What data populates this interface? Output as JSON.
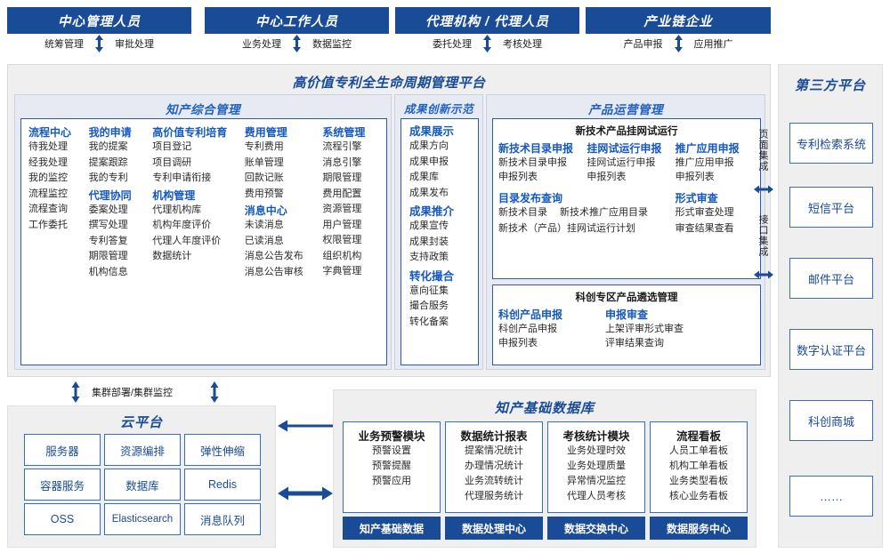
{
  "roles": [
    {
      "title": "中心管理人员",
      "left_action": "统筹管理",
      "right_action": "审批处理"
    },
    {
      "title": "中心工作人员",
      "left_action": "业务处理",
      "right_action": "数据监控"
    },
    {
      "title": "代理机构 / 代理人员",
      "left_action": "委托处理",
      "right_action": "考核处理"
    },
    {
      "title": "产业链企业",
      "left_action": "产品申报",
      "right_action": "应用推广"
    }
  ],
  "platform": {
    "title": "高价值专利全生命周期管理平台",
    "groups": {
      "ip_mgmt": {
        "title": "知产综合管理",
        "columns": [
          {
            "sections": [
              {
                "head": "流程中心",
                "items": [
                  "待我处理",
                  "经我处理",
                  "我的监控",
                  "流程监控",
                  "流程查询",
                  "工作委托"
                ]
              }
            ]
          },
          {
            "sections": [
              {
                "head": "我的申请",
                "items": [
                  "我的提案",
                  "提案跟踪",
                  "我的专利"
                ]
              },
              {
                "head": "代理协同",
                "items": [
                  "委案处理",
                  "撰写处理",
                  "专利答复",
                  "期限管理",
                  "机构信息"
                ]
              }
            ]
          },
          {
            "sections": [
              {
                "head": "高价值专利培育",
                "items": [
                  "项目登记",
                  "项目调研",
                  "专利申请衔接"
                ]
              },
              {
                "head": "机构管理",
                "items": [
                  "代理机构库",
                  "机构年度评价",
                  "代理人年度评价",
                  "数据统计"
                ]
              }
            ]
          },
          {
            "sections": [
              {
                "head": "费用管理",
                "items": [
                  "专利费用",
                  "账单管理",
                  "回款记账",
                  "费用预警"
                ]
              },
              {
                "head": "消息中心",
                "items": [
                  "未读消息",
                  "已读消息",
                  "消息公告发布",
                  "消息公告审核"
                ]
              }
            ]
          },
          {
            "sections": [
              {
                "head": "系统管理",
                "items": [
                  "流程引擎",
                  "消息引擎",
                  "期限管理",
                  "费用配置",
                  "资源管理",
                  "用户管理",
                  "权限管理",
                  "组织机构",
                  "字典管理"
                ]
              }
            ]
          }
        ]
      },
      "achievement": {
        "title": "成果创新示范",
        "sections": [
          {
            "head": "成果展示",
            "items": [
              "成果方向",
              "成果申报",
              "成果库",
              "成果发布"
            ]
          },
          {
            "head": "成果推介",
            "items": [
              "成果宣传",
              "成果封装",
              "支持政策"
            ]
          },
          {
            "head": "转化撮合",
            "items": [
              "意向征集",
              "撮合服务",
              "转化备案"
            ]
          }
        ]
      },
      "product_ops": {
        "title": "产品运营管理",
        "block1": {
          "title": "新技术产品挂网试运行",
          "row1": [
            {
              "head": "新技术目录申报",
              "items": [
                "新技术目录申报",
                "申报列表"
              ]
            },
            {
              "head": "挂网试运行申报",
              "items": [
                "挂网试运行申报",
                "申报列表"
              ]
            },
            {
              "head": "推广应用申报",
              "items": [
                "推广应用申报",
                "申报列表"
              ]
            }
          ],
          "row2_left_head": "目录发布查询",
          "row2_left_items": [
            "新技术目录",
            "新技术推广应用目录",
            "新技术（产品）挂网试运行计划"
          ],
          "row2_right_head": "形式审查",
          "row2_right_items": [
            "形式审查处理",
            "审查结果查看"
          ]
        },
        "block2": {
          "title": "科创专区产品遴选管理",
          "columns": [
            {
              "head": "科创产品申报",
              "items": [
                "科创产品申报",
                "申报列表"
              ]
            },
            {
              "head": "申报审查",
              "items": [
                "上架评审形式审查",
                "评审结果查询"
              ]
            }
          ]
        }
      }
    }
  },
  "integration": {
    "page_label": "页面集成",
    "api_label": "接口集成"
  },
  "third_party": {
    "title": "第三方平台",
    "items": [
      "专利检索系统",
      "短信平台",
      "邮件平台",
      "数字认证平台",
      "科创商城",
      "……"
    ]
  },
  "cloud": {
    "cluster_label": "集群部署/集群监控",
    "title": "云平台",
    "cells": [
      "服务器",
      "资源编排",
      "弹性伸缩",
      "容器服务",
      "数据库",
      "Redis",
      "OSS",
      "Elasticsearch",
      "消息队列"
    ]
  },
  "database": {
    "title": "知产基础数据库",
    "columns": [
      {
        "head": "业务预警模块",
        "items": [
          "预警设置",
          "预警提醒",
          "预警应用"
        ],
        "foot": "知产基础数据"
      },
      {
        "head": "数据统计报表",
        "items": [
          "提案情况统计",
          "办理情况统计",
          "业务流转统计",
          "代理服务统计"
        ],
        "foot": "数据处理中心"
      },
      {
        "head": "考核统计模块",
        "items": [
          "业务处理时效",
          "业务处理质量",
          "异常情况监控",
          "代理人员考核"
        ],
        "foot": "数据交换中心"
      },
      {
        "head": "流程看板",
        "items": [
          "人员工单看板",
          "机构工单看板",
          "业务类型看板",
          "核心业务看板"
        ],
        "foot": "数据服务中心"
      }
    ]
  },
  "colors": {
    "brand_dark_blue": "#1a4b96",
    "brand_blue": "#1558c0",
    "panel_gray": "#efeff0",
    "group_lavender": "#e7e9f3"
  }
}
